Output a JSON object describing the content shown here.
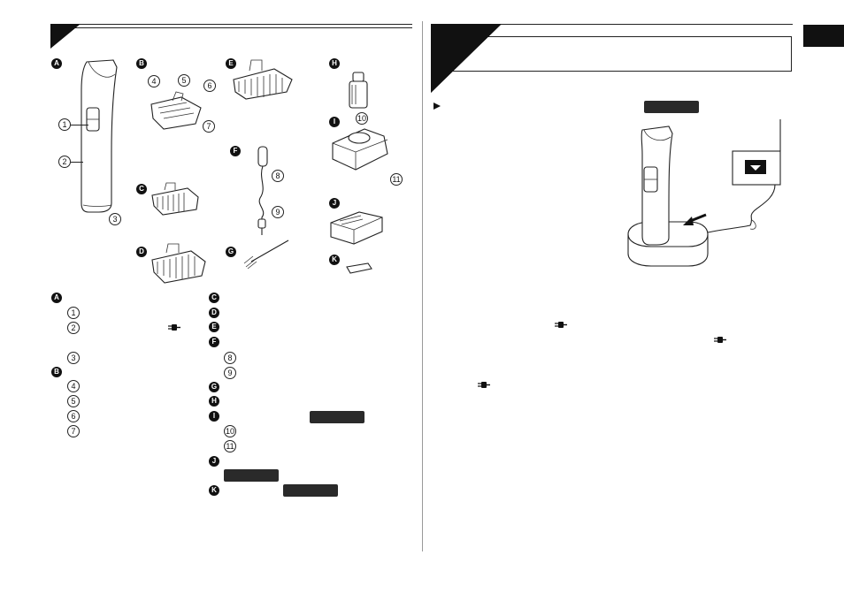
{
  "left_panel": {
    "figure_letters": [
      "A",
      "B",
      "C",
      "D",
      "E",
      "F",
      "G",
      "H",
      "I",
      "J",
      "K"
    ],
    "callout_numbers": [
      "1",
      "2",
      "3",
      "4",
      "5",
      "6",
      "7",
      "8",
      "9",
      "10",
      "11"
    ]
  },
  "legend": {
    "column1": {
      "A": "A",
      "A_nums": [
        "1",
        "2",
        "3"
      ],
      "B": "B",
      "B_nums": [
        "4",
        "5",
        "6",
        "7"
      ]
    },
    "column2": {
      "letters": [
        "C",
        "D",
        "E",
        "F",
        "G",
        "H",
        "I",
        "J",
        "K"
      ],
      "F_nums": [
        "8",
        "9"
      ],
      "I_nums": [
        "10",
        "11"
      ]
    }
  },
  "right_panel": {
    "bullet": "►"
  },
  "icons": {
    "plug_icon": "plug-icon",
    "pointer_icon": "triangle-right-icon"
  },
  "colors": {
    "ink": "#111111",
    "badge": "#2a2a2a",
    "page": "#ffffff"
  }
}
